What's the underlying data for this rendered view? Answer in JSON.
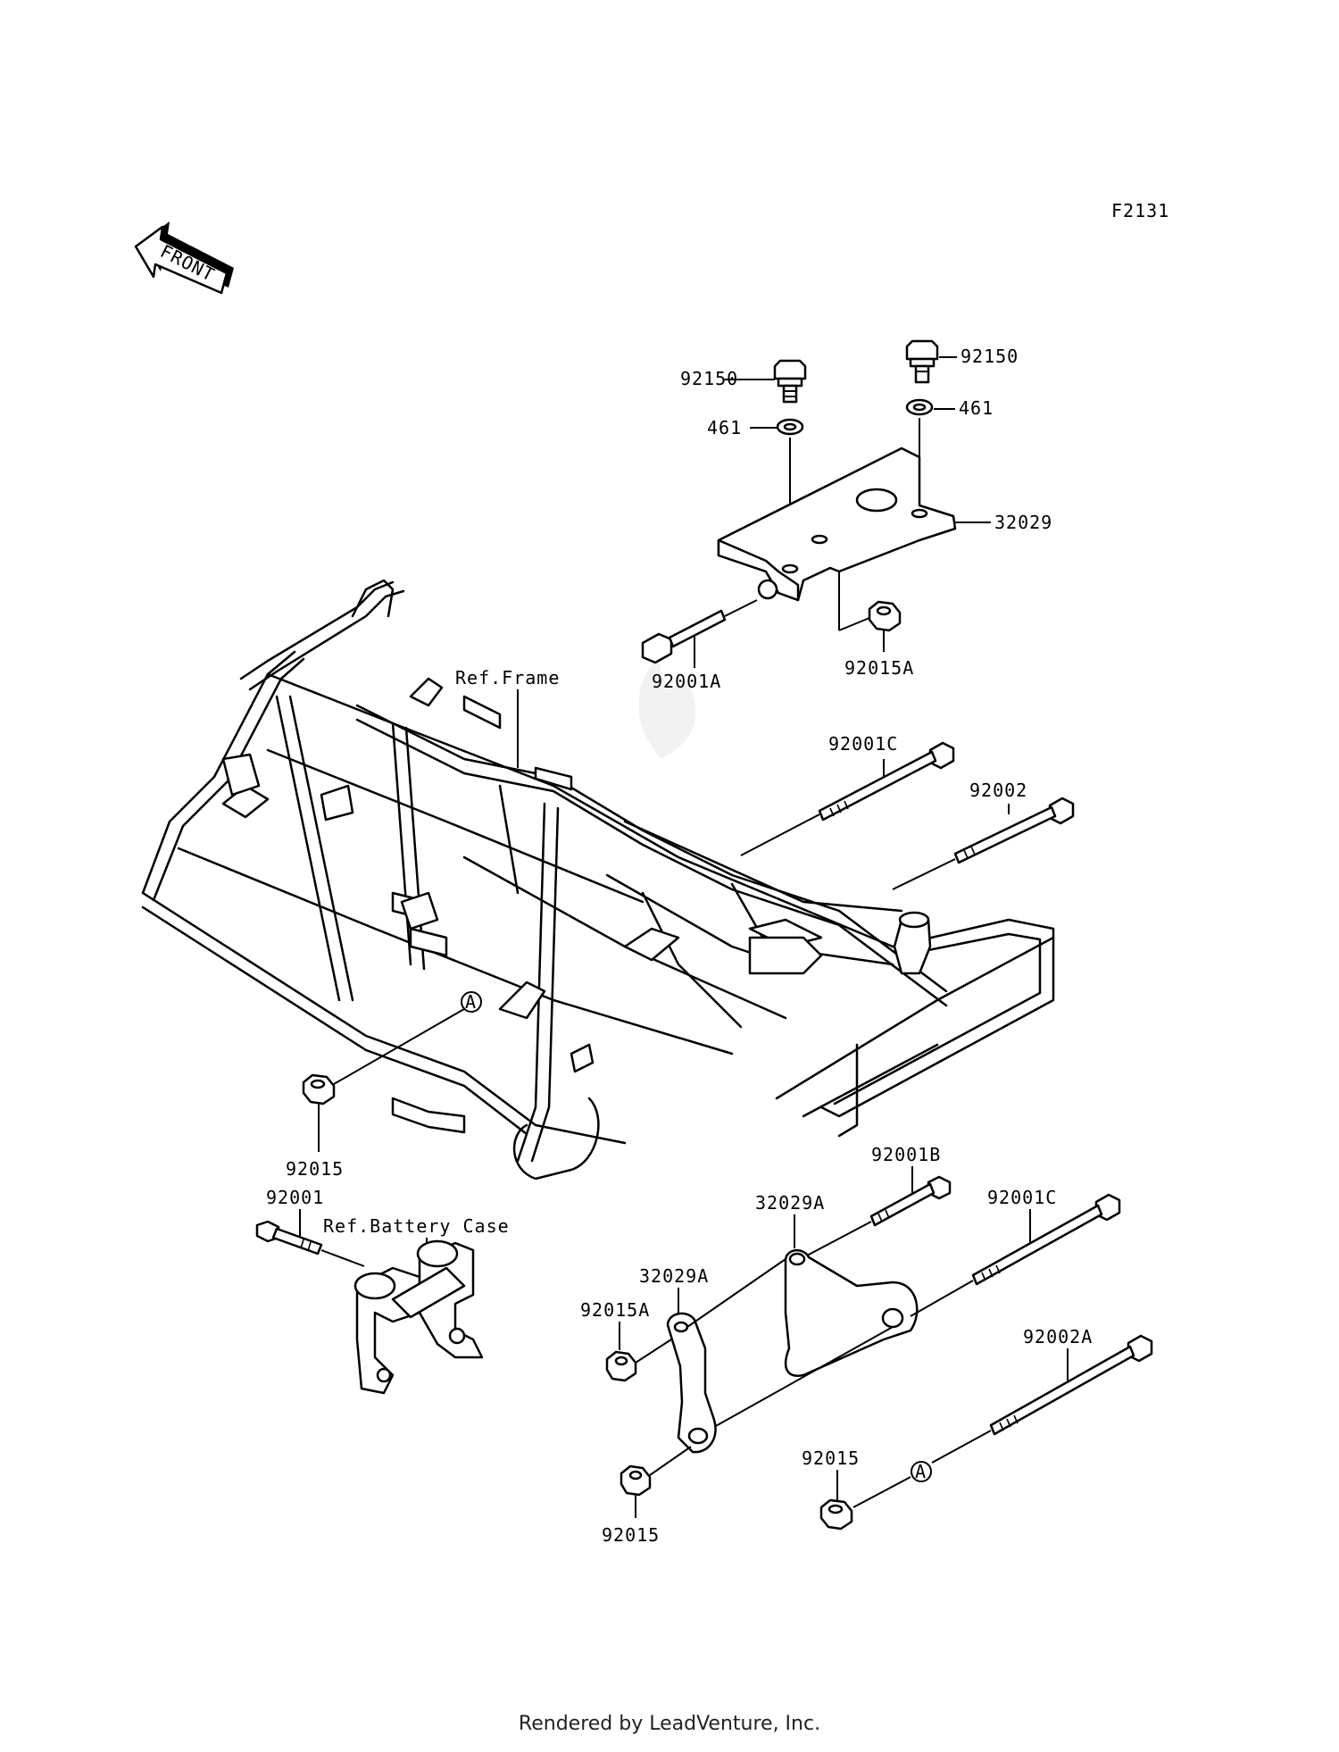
{
  "diagram_code": "F2131",
  "front_arrow_label": "FRONT",
  "references": {
    "frame": "Ref.Frame",
    "battery_case": "Ref.Battery Case"
  },
  "callout_A": "A",
  "labels": {
    "bolt_92150_left": "92150",
    "bolt_92150_right": "92150",
    "washer_461_left": "461",
    "washer_461_right": "461",
    "bracket_32029": "32029",
    "bolt_92001A": "92001A",
    "nut_92015A_top": "92015A",
    "bolt_92001C_top": "92001C",
    "bolt_92002": "92002",
    "nut_92015_frame": "92015",
    "bolt_92001": "92001",
    "bolt_92001B": "92001B",
    "bracket_32029A_upper": "32029A",
    "bolt_92001C_lower": "92001C",
    "bracket_32029A_lower": "32029A",
    "nut_92015A_lower": "92015A",
    "bolt_92002A": "92002A",
    "nut_92015_right": "92015",
    "nut_92015_bottom": "92015"
  },
  "footer": "Rendered by LeadVenture, Inc."
}
